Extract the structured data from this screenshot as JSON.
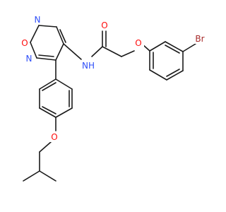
{
  "molecule": {
    "atoms": {
      "ring_o": "O",
      "ring_n_top": "N",
      "ring_n_left": "N",
      "amide_nh": "NH",
      "carbonyl_o": "O",
      "ether_o_right": "O",
      "bromine": "Br",
      "ether_o_left": "O"
    }
  },
  "colors": {
    "oxygen": "#ff0d0d",
    "nitrogen": "#3050f8",
    "bromine": "#a62929",
    "bond": "#1a1a1a"
  }
}
